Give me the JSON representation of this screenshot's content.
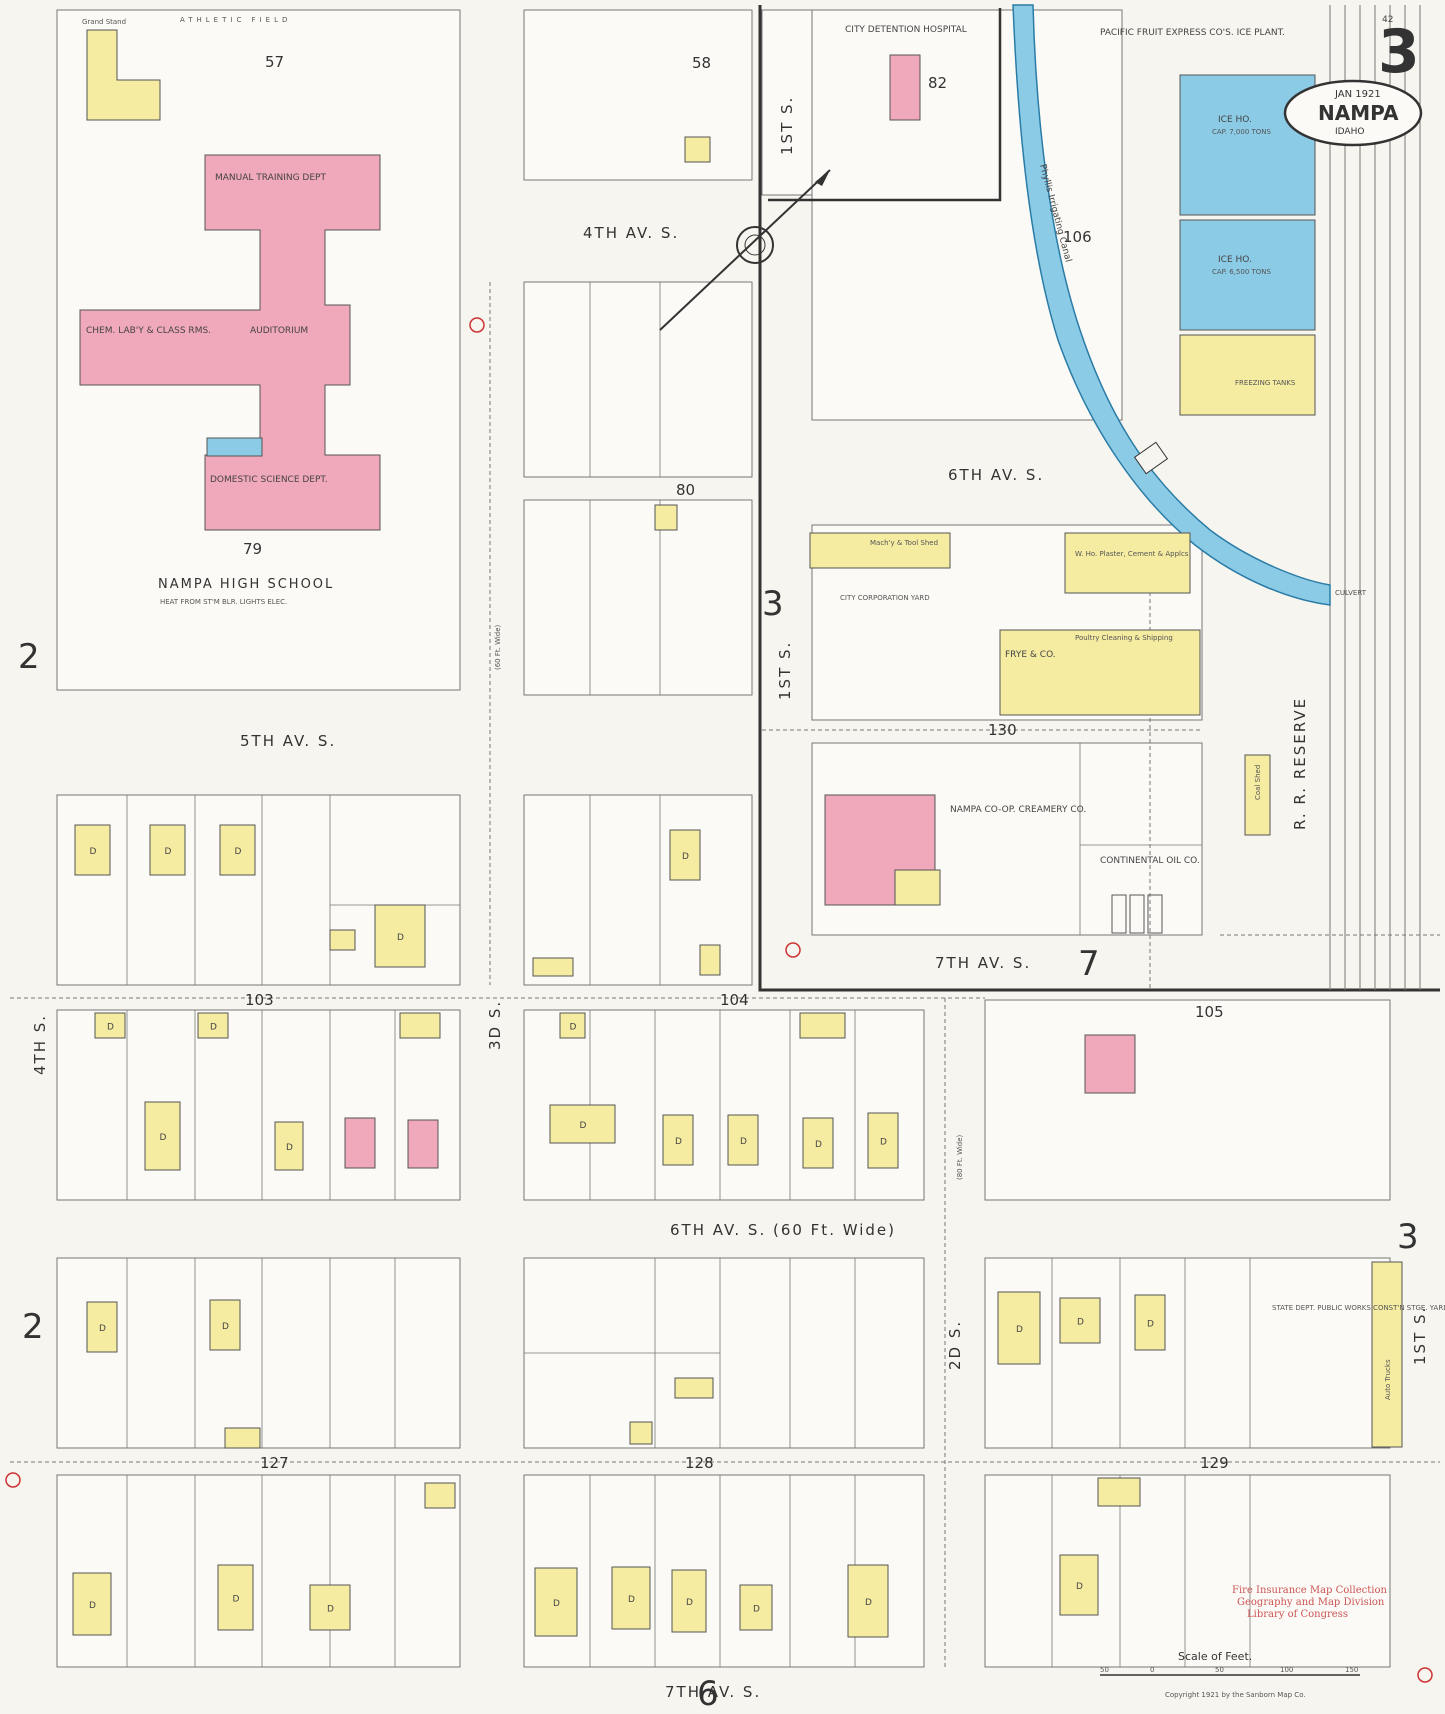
{
  "sheet": {
    "number": "3",
    "corner_number": "42",
    "date": "JAN 1921",
    "city": "NAMPA",
    "state": "IDAHO",
    "scale_label": "Scale of Feet.",
    "scale_ticks": [
      "50",
      "0",
      "50",
      "100",
      "150"
    ],
    "copyright": "Copyright 1921 by the Sanborn Map Co.",
    "stamp": [
      "Fire Insurance Map Collection",
      "Geography and Map Division",
      "Library of Congress"
    ]
  },
  "streets": {
    "ave4": "4TH AV. S.",
    "ave5": "5TH AV. S.",
    "ave6": "6TH AV. S.",
    "ave6_left": "6TH AV. S. (60 Ft. Wide)",
    "ave7": "7TH AV. S.",
    "st1": "1ST S.",
    "st2": "2D S.",
    "st3": "3D S.",
    "st4": "4TH S.",
    "wide60": "(60 Ft. Wide)",
    "wide80": "(80 Ft. Wide)",
    "athletic_field": "ATHLETIC FIELD",
    "rr_reserve": "R. R. RESERVE",
    "canal": "Phyllis Irrigating Canal",
    "culvert": "CULVERT"
  },
  "blocks": [
    "57",
    "58",
    "79",
    "80",
    "82",
    "103",
    "104",
    "105",
    "106",
    "127",
    "128",
    "129",
    "130"
  ],
  "adjoining_sheets": [
    "2",
    "2",
    "3",
    "3",
    "7",
    "6"
  ],
  "labels": {
    "high_school": "NAMPA HIGH SCHOOL",
    "high_school_note": "HEAT FROM ST'M BLR.  LIGHTS ELEC.",
    "manual_training": "MANUAL TRAINING DEPT",
    "chem_lab": "CHEM. LAB'Y & CLASS RMS.",
    "auditorium": "AUDITORIUM",
    "domestic_science": "DOMESTIC SCIENCE DEPT.",
    "grand_stand": "Grand Stand",
    "detention_hospital": "CITY DETENTION HOSPITAL",
    "pfe": "PACIFIC FRUIT EXPRESS CO'S. ICE PLANT.",
    "ice_house_1": "ICE HO.",
    "ice_house_1_cap": "CAP. 7,000 TONS",
    "ice_house_2": "ICE HO.",
    "ice_house_2_cap": "CAP. 6,500 TONS",
    "freezing_tanks": "FREEZING TANKS",
    "city_yard": "CITY CORPORATION YARD",
    "machy_shed": "Mach'y & Tool Shed",
    "plaster": "W. Ho. Plaster, Cement & Applcs",
    "frye": "FRYE & CO.",
    "poultry": "Poultry Cleaning & Shipping",
    "creamery": "NAMPA CO-OP. CREAMERY CO.",
    "continental": "CONTINENTAL OIL CO.",
    "coal_shed": "Coal Shed",
    "state_works": "STATE DEPT. PUBLIC WORKS CONST'N STGE. YARD",
    "auto_trucks": "Auto Trucks",
    "dwelling": "D"
  },
  "colors": {
    "frame": "#f5eca2",
    "brick": "#f0a8bb",
    "concrete": "#8ccbe6",
    "water": "#8ccbe6"
  }
}
